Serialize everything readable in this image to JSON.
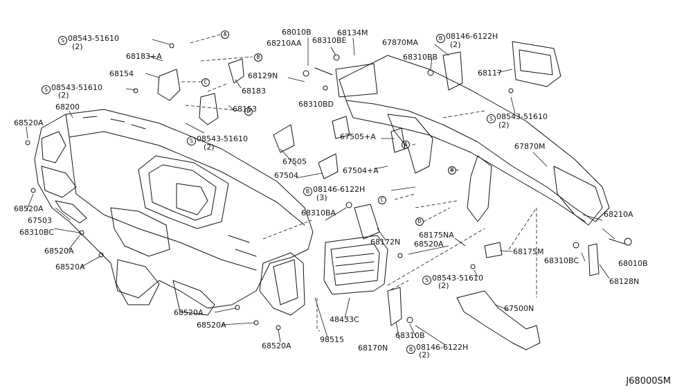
{
  "diagram_id": "J68000SM",
  "callouts": {
    "A": "A",
    "B": "B",
    "C": "C",
    "D": "D"
  },
  "labels": {
    "s1": "08543-51610",
    "s1q": "(2)",
    "p68183a": "68183+A",
    "p68154": "68154",
    "s2": "08543-51610",
    "s2q": "(2)",
    "p68200": "68200",
    "p68520a_1": "68520A",
    "p68010b_top": "68010B",
    "p68210aa": "68210AA",
    "p68310be": "68310BE",
    "p68134m": "68134M",
    "p68183": "68183",
    "p68129n": "68129N",
    "p68310bd": "68310BD",
    "p68153": "68153",
    "s3": "08543-51610",
    "s3q": "(2)",
    "p67870ma": "67870MA",
    "b1": "08146-6122H",
    "b1q": "(2)",
    "p68310bb": "68310BB",
    "p68117": "68117",
    "s4": "08543-51610",
    "s4q": "(2)",
    "p67505": "67505",
    "p67505a": "67505+A",
    "p67504": "67504",
    "p67504a": "67504+A",
    "p67870m": "67870M",
    "b2": "08146-6122H",
    "b2q": "(3)",
    "p68310ba": "68310BA",
    "p68172n": "68172N",
    "p68175na": "68175NA",
    "p68520a_mid": "68520A",
    "p68175m": "68175M",
    "p68210a": "68210A",
    "p68010b_r": "68010B",
    "p68310bc_r": "68310BC",
    "p68128n": "68128N",
    "s5": "08543-51610",
    "s5q": "(2)",
    "p68520a_2": "68520A",
    "p67503": "67503",
    "p68310bc_l": "68310BC",
    "p68520a_3": "68520A",
    "p68520a_4": "68520A",
    "p68520a_5": "68520A",
    "p68520a_6": "68520A",
    "p68520a_7": "68520A",
    "p48433c": "48433C",
    "p98515": "98515",
    "p68170n": "68170N",
    "p68310b": "68310B",
    "b3": "08146-6122H",
    "b3q": "(2)",
    "p67500n": "67500N"
  }
}
